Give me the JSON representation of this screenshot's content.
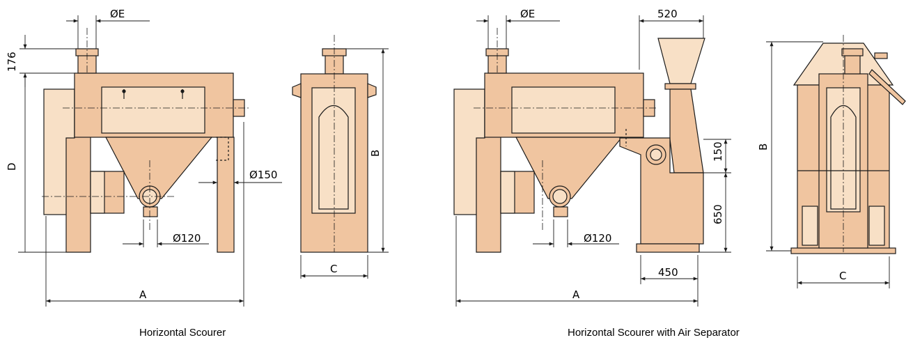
{
  "colors": {
    "body": "#f0c5a0",
    "panel": "#f8e0c6",
    "line": "#1a1a1a"
  },
  "scourer": {
    "caption": "Horizontal Scourer",
    "dim_diameter_e": "ØE",
    "dim_176": "176",
    "dim_d": "D",
    "dim_a": "A",
    "dim_b": "B",
    "dim_c": "C",
    "dim_150": "Ø150",
    "dim_120": "Ø120"
  },
  "scourer_air": {
    "caption": "Horizontal Scourer with Air Separator",
    "dim_diameter_e": "ØE",
    "dim_520": "520",
    "dim_150": "150",
    "dim_650": "650",
    "dim_450": "450",
    "dim_120": "Ø120",
    "dim_a": "A",
    "dim_b": "B",
    "dim_c": "C"
  }
}
